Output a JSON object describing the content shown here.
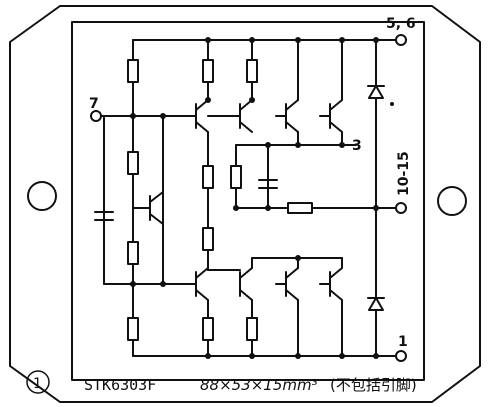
{
  "diagram": {
    "figure_number": "1",
    "part_number": "STK6303F",
    "dimensions": "88×53×15mm³",
    "note": "(不包括引脚)",
    "pins": {
      "pin7": "7",
      "pin56": "5, 6",
      "pin3": "3",
      "pin1015": "10-15",
      "pin1": "1"
    }
  },
  "colors": {
    "ink": "#111111",
    "paper": "#ffffff"
  }
}
